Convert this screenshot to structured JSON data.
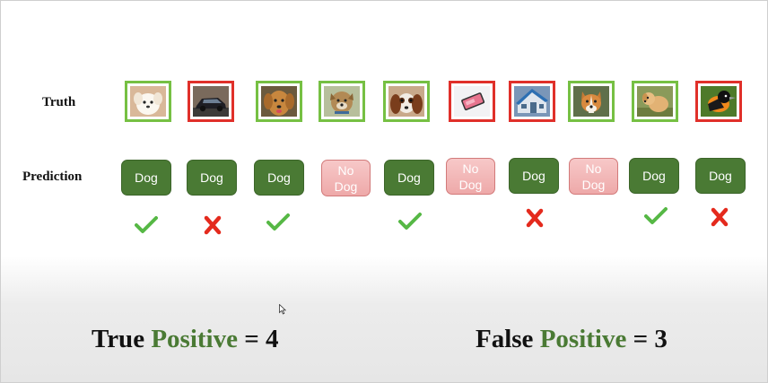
{
  "labels": {
    "truth": "Truth",
    "prediction": "Prediction"
  },
  "colors": {
    "dog_border": "#76c043",
    "nodog_border": "#e0302a",
    "dog_pred": "#4a7a34",
    "nodog_pred": "#f3b9b9",
    "check": "#56b845",
    "cross": "#e42a1d"
  },
  "items": [
    {
      "image": "puppy-white",
      "truth_is_dog": true,
      "prediction": "Dog",
      "result": "check"
    },
    {
      "image": "car",
      "truth_is_dog": false,
      "prediction": "Dog",
      "result": "cross"
    },
    {
      "image": "golden-dog",
      "truth_is_dog": true,
      "prediction": "Dog",
      "result": "check"
    },
    {
      "image": "terrier",
      "truth_is_dog": true,
      "prediction": "No Dog",
      "result": ""
    },
    {
      "image": "spaniel",
      "truth_is_dog": true,
      "prediction": "Dog",
      "result": "check"
    },
    {
      "image": "phone",
      "truth_is_dog": false,
      "prediction": "No Dog",
      "result": ""
    },
    {
      "image": "house",
      "truth_is_dog": false,
      "prediction": "Dog",
      "result": "cross"
    },
    {
      "image": "corgi",
      "truth_is_dog": true,
      "prediction": "No Dog",
      "result": ""
    },
    {
      "image": "puppy-golden",
      "truth_is_dog": true,
      "prediction": "Dog",
      "result": "check"
    },
    {
      "image": "oriole-bird",
      "truth_is_dog": false,
      "prediction": "Dog",
      "result": "cross"
    }
  ],
  "summary": {
    "tp": {
      "pre": "True ",
      "highlight": "Positive",
      "post": " = 4"
    },
    "fp": {
      "pre": "False ",
      "highlight": "Positive",
      "post": " = 3"
    }
  }
}
